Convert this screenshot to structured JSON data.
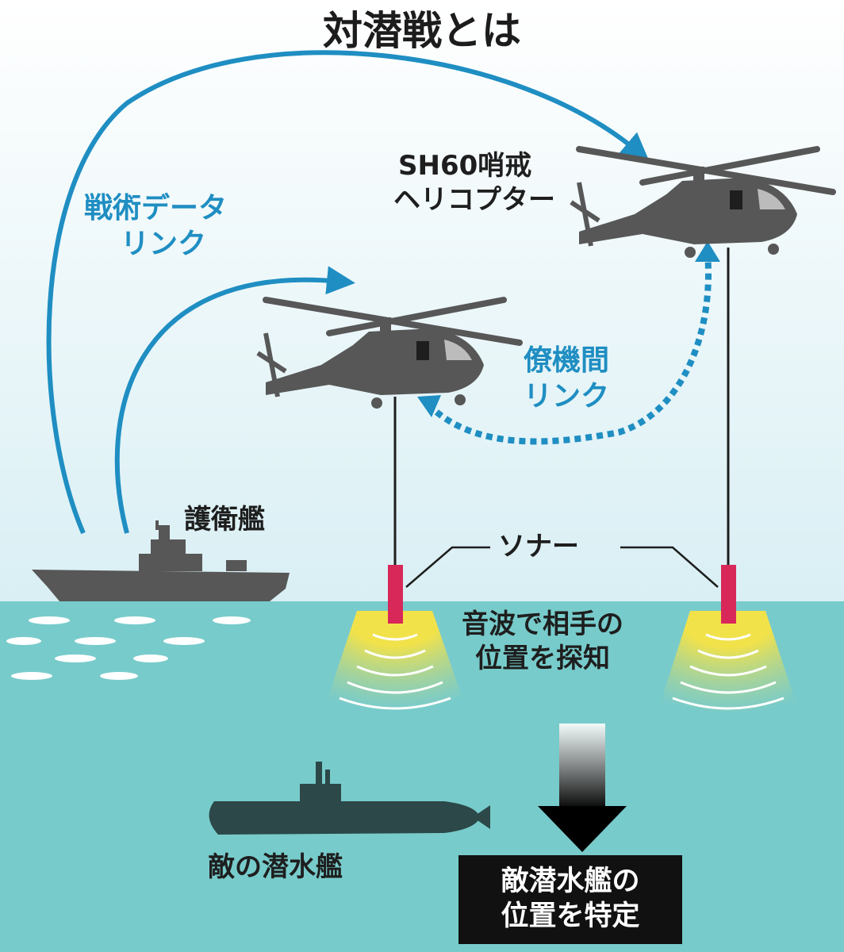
{
  "title": "対潜戦とは",
  "labels": {
    "tactical_link": [
      "戦術データ",
      "リンク"
    ],
    "helicopter": [
      "SH60哨戒",
      "ヘリコプター"
    ],
    "inter_aircraft_link": [
      "僚機間",
      "リンク"
    ],
    "escort_ship": "護衛艦",
    "sonar": "ソナー",
    "sonar_desc": [
      "音波で相手の",
      "位置を探知"
    ],
    "enemy_sub": "敵の潜水艦",
    "result": [
      "敵潜水艦の",
      "位置を特定"
    ]
  },
  "colors": {
    "sky_top": "#ffffff",
    "sky_bottom": "#d9eff4",
    "sea": "#78cbcb",
    "link_blue": "#1f8ec2",
    "sonar_red": "#d8285a",
    "sonar_yellow": "#f2e24a",
    "aircraft_gray": "#575757",
    "submarine": "#2c4848"
  }
}
